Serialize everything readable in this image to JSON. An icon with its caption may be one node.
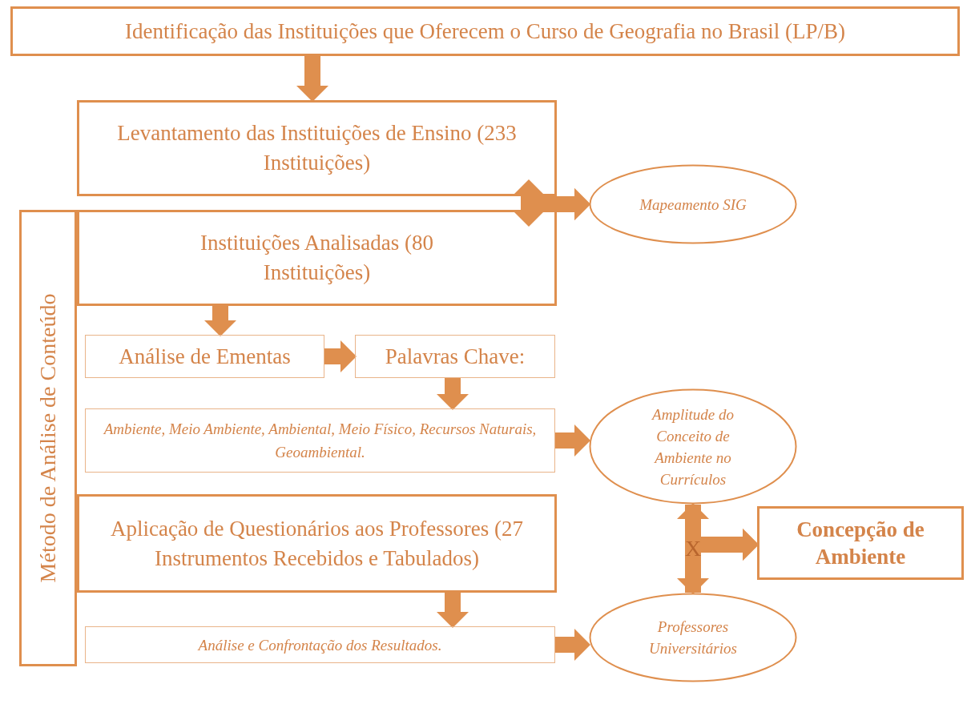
{
  "diagram": {
    "nodes": [
      {
        "text": [
          "Identificação das Instituições que Oferecem o Curso de Geografia no Brasil (LP/B)"
        ]
      },
      {
        "text": [
          "Levantamento das Instituições de Ensino (233 Instituições)"
        ]
      },
      {
        "text": [
          "Instituições Analisadas (80 Instituições)"
        ]
      },
      {
        "text": [
          "Método de Análise de Conteúdo"
        ]
      },
      {
        "text": [
          "Mapeamento SIG"
        ]
      },
      {
        "text": [
          "Análise de Ementas"
        ]
      },
      {
        "text": [
          "Palavras Chave:"
        ]
      },
      {
        "text": [
          "Ambiente, Meio Ambiente, Ambiental, Meio Físico, Recursos Naturais, Geoambiental."
        ]
      },
      {
        "text": [
          "Amplitude do Conceito de Ambiente no Currículos"
        ]
      },
      {
        "text": [
          "Aplicação de Questionários aos Professores (27 Instrumentos Recebidos e Tabulados)"
        ]
      },
      {
        "text": [
          "Concepção de Ambiente"
        ]
      },
      {
        "text": [
          "Análise e Confrontação dos Resultados."
        ]
      },
      {
        "text": [
          "Professores Universitários"
        ]
      }
    ],
    "edges": [
      {
        "from": 0,
        "to": 1,
        "arrow": "to"
      },
      {
        "from": 1,
        "to": 2,
        "arrow": "both"
      },
      {
        "from": 1,
        "to": 4,
        "arrow": "to"
      },
      {
        "from": 2,
        "to": 4,
        "arrow": "to"
      },
      {
        "from": 2,
        "to": 5,
        "arrow": "to"
      },
      {
        "from": 5,
        "to": 6,
        "arrow": "to"
      },
      {
        "from": 6,
        "to": 7,
        "arrow": "to"
      },
      {
        "from": 7,
        "to": 8,
        "arrow": "to"
      },
      {
        "from": 8,
        "to": 12,
        "arrow": "both",
        "label": "X"
      },
      {
        "from": 8,
        "to": 10,
        "arrow": "to"
      },
      {
        "from": 12,
        "to": 10,
        "arrow": "to"
      },
      {
        "from": 9,
        "to": 11,
        "arrow": "to"
      },
      {
        "from": 11,
        "to": 12,
        "arrow": "to"
      }
    ]
  }
}
